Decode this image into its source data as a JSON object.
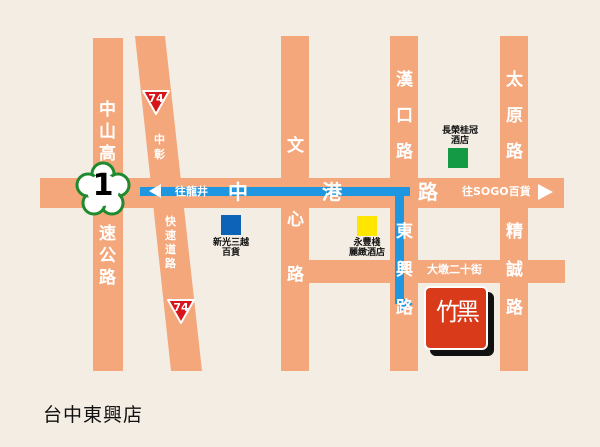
{
  "caption": "台中東興店",
  "colors": {
    "background": "#f4ede3",
    "road": "#f3a77b",
    "route": "#1e97e0",
    "highway_shield_red": "#d8141b",
    "national_shield_green": "#1f8a2e",
    "logo_red": "#d93a1a"
  },
  "roads": {
    "zhongshan_highway": {
      "label_top": [
        "中",
        "山",
        "高"
      ],
      "label_bottom": [
        "速",
        "公",
        "路"
      ]
    },
    "zhongzhang_expressway": {
      "label_top": [
        "中",
        "彰"
      ],
      "label_bottom": [
        "快",
        "速",
        "道",
        "路"
      ]
    },
    "wenxin_road": {
      "label_top": [
        "文"
      ],
      "label_bottom": [
        "心",
        "路"
      ]
    },
    "hankou_road": {
      "label": [
        "漢",
        "口",
        "路"
      ]
    },
    "taiyuan_road": {
      "label": [
        "太",
        "原",
        "路"
      ]
    },
    "dongxing_road": {
      "label": [
        "東",
        "興",
        "路"
      ]
    },
    "jingcheng_road": {
      "label": [
        "精",
        "誠",
        "路"
      ]
    },
    "zhonggang_road": {
      "label": [
        "中",
        "港",
        "路"
      ]
    },
    "dadun_20th_street": {
      "label": "大墩二十街"
    }
  },
  "directions": {
    "to_longjing": "往龍井",
    "to_sogo": "往SOGO百貨"
  },
  "shields": {
    "national_highway": "1",
    "provincial_highway_top": "74",
    "provincial_highway_bottom": "74"
  },
  "landmarks": [
    {
      "name": "新光三越\n百貨",
      "color": "#0c63b8"
    },
    {
      "name": "永豐棧\n麗緻酒店",
      "color": "#ffe600"
    },
    {
      "name": "長榮桂冠\n酒店",
      "color": "#149a45"
    }
  ],
  "store_logo": {
    "glyphs": "竹黑",
    "alt": "store-seal-logo"
  }
}
